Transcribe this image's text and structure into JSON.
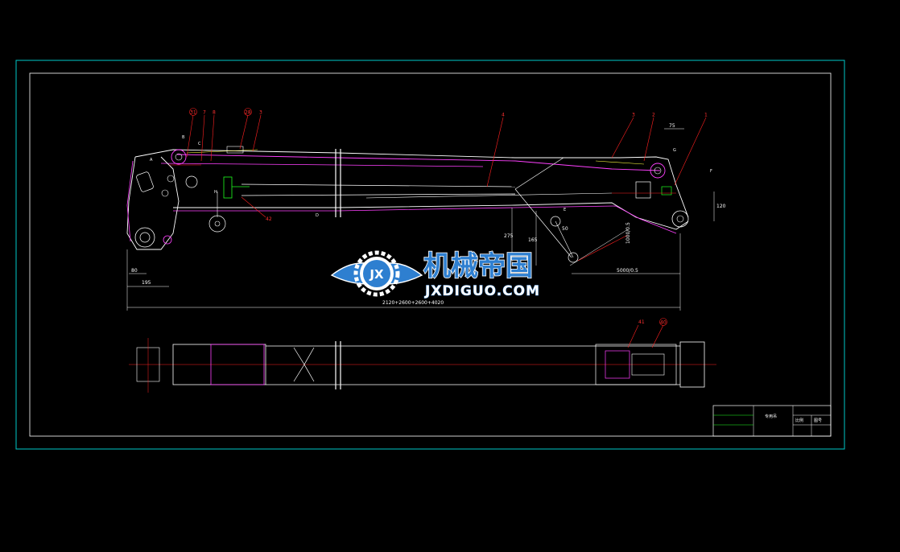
{
  "watermark": {
    "cn_text": "机械帝国",
    "en_text": "JXDIGUO.COM",
    "logo_letters": "JX"
  },
  "dimensions": {
    "total_length": "2120+2600+2600+4020",
    "base_width": "195",
    "base_height": "80",
    "right_span": "5000/0.5",
    "top_width": "75",
    "right_height": "120",
    "sub_height": "275",
    "sub_height2": "165",
    "small_dim": "50",
    "angle": "1000/0.5"
  },
  "section_marks": {
    "a": "A",
    "b": "B",
    "c": "C",
    "d": "D",
    "e": "E",
    "f": "F",
    "g": "G",
    "h": "H"
  },
  "balloons": {
    "b31": "31",
    "b7": "7",
    "b8": "8",
    "b28": "28",
    "b3a": "3",
    "b4": "4",
    "b3b": "3",
    "b2": "2",
    "b1": "1",
    "b42": "42",
    "b41": "41",
    "b40": "40"
  },
  "title_block": {
    "drawing_title": "专用吊",
    "cell_a": "比例",
    "cell_b": "图号"
  },
  "colors": {
    "frame": "#00c8c8",
    "outline": "#ffffff",
    "magenta": "#ff40ff",
    "red": "#ff2020",
    "green": "#20ff20",
    "yellow": "#ffff40",
    "watermark_blue": "#2e7fd0"
  }
}
